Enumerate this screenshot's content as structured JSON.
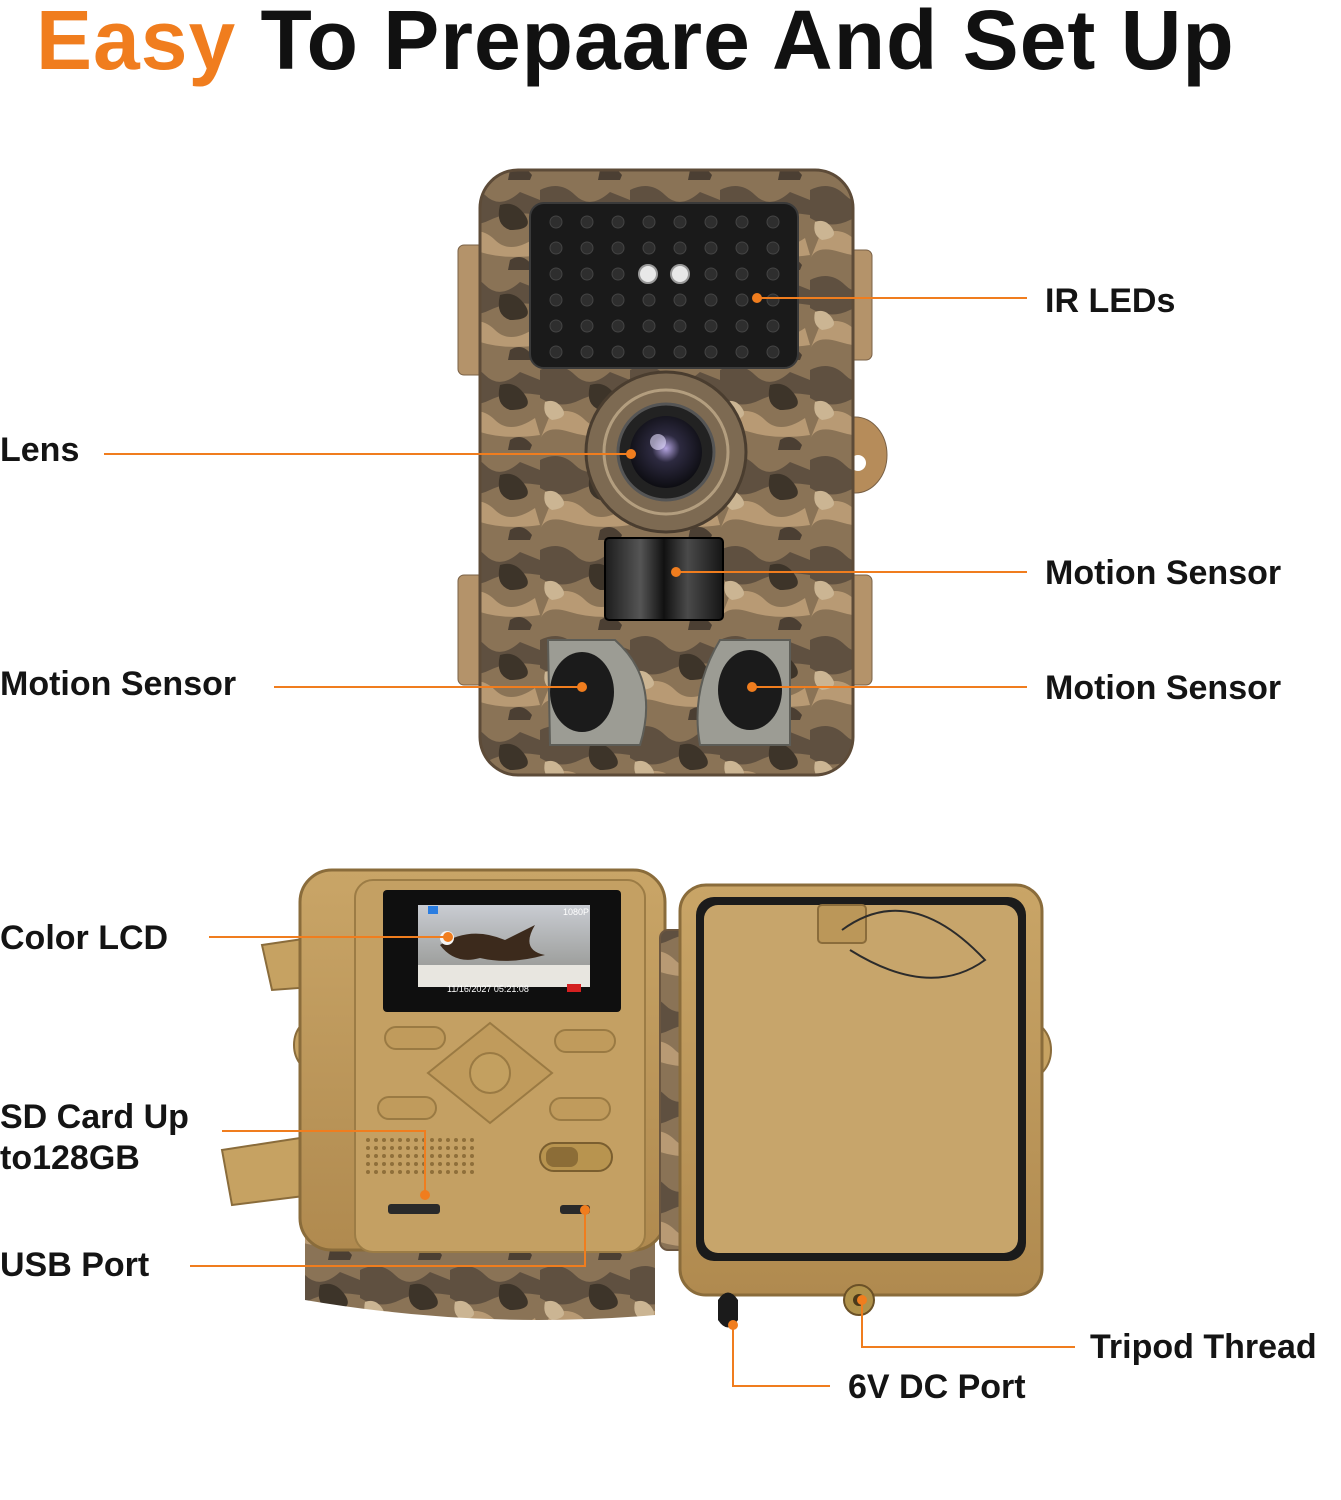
{
  "title": {
    "accent": "Easy",
    "rest": " To Prepaare And Set Up"
  },
  "colors": {
    "accent": "#f07d1e",
    "leader_line": "#f07d1e",
    "camo_base": "#8a7356",
    "shell_tan": "#c19a5d",
    "text": "#141414"
  },
  "labels": {
    "ir_leds": "IR LEDs",
    "lens": "Lens",
    "motion_center": "Motion Sensor",
    "motion_left": "Motion Sensor",
    "motion_right": "Motion Sensor",
    "color_lcd": "Color LCD",
    "sd_card_line1": "SD Card Up",
    "sd_card_line2": "to128GB",
    "usb_port": "USB Port",
    "tripod_thread": "Tripod Thread",
    "dc_port": "6V DC Port"
  },
  "lcd_screen": {
    "top_right": "1080P",
    "timestamp": "11/16/2027 05:21:08"
  }
}
